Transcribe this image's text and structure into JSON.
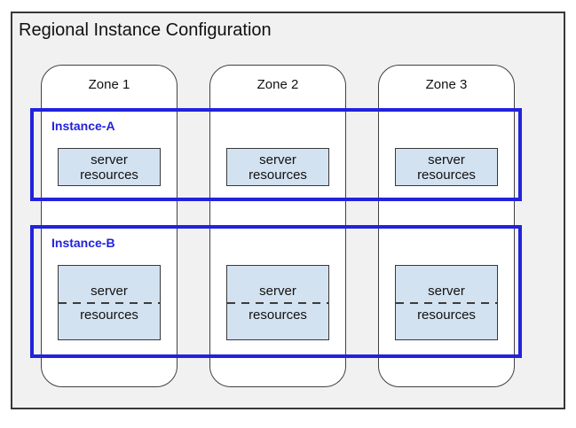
{
  "diagram": {
    "title": "Regional Instance Configuration",
    "zones": [
      {
        "label": "Zone 1"
      },
      {
        "label": "Zone 2"
      },
      {
        "label": "Zone 3"
      }
    ],
    "instances": [
      {
        "label": "Instance-A",
        "server_box_split": false
      },
      {
        "label": "Instance-B",
        "server_box_split": true
      }
    ],
    "server_box": {
      "line1": "server",
      "line2": "resources"
    }
  },
  "colors": {
    "accent_blue": "#2222dd",
    "instance_label": "#2222dd",
    "server_box_fill": "#d3e2f1",
    "region_fill": "#f1f1f1",
    "zone_fill": "#ffffff",
    "border_dark": "#383838"
  }
}
